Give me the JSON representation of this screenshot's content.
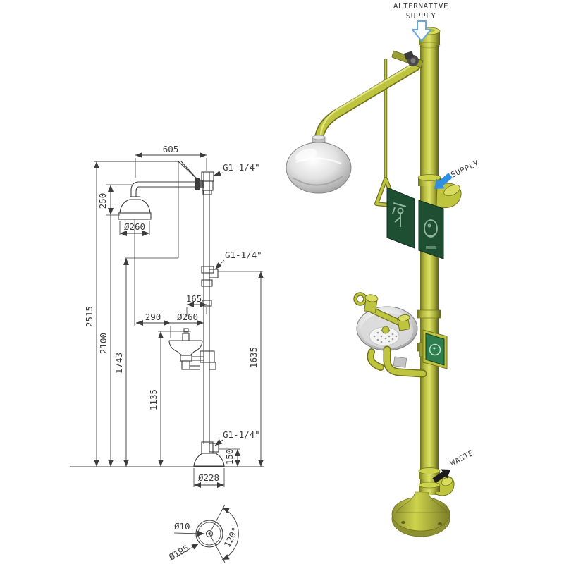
{
  "drawing": {
    "dim_top_width": "605",
    "dim_head_drop": "250",
    "dim_head_dia": "Ø260",
    "conn_top": "G1-1/4\"",
    "conn_supply": "G1-1/4\"",
    "conn_waste": "G1-1/4\"",
    "dim_bowl_to_pole": "165",
    "dim_bowl_reach": "290",
    "dim_bowl_dia": "Ø260",
    "dim_total_height": "2515",
    "dim_head_height": "2100",
    "dim_handle_height": "1743",
    "dim_supply_height": "1635",
    "dim_bowl_height": "1135",
    "dim_waste_height": "150",
    "dim_base_dia": "Ø228",
    "plan": {
      "hole_dia": "Ø10",
      "bolt_circle_dia": "Ø195",
      "bolt_angle": "120°"
    }
  },
  "illustration": {
    "alt_supply_line1": "ALTERNATIVE",
    "alt_supply_line2": "SUPPLY",
    "supply_label": "SUPPLY",
    "waste_label": "WASTE"
  },
  "colors": {
    "line_color": "#3c3c3c",
    "body_yellow": "#bfc43e",
    "body_yellow_dark": "#6f7222",
    "body_yellow_light": "#dde268",
    "sign_green": "#1e4f33",
    "pictogram_green": "#8fb59c",
    "paddle_green": "#2e7d4f",
    "supply_arrow_blue": "#2e8fe3",
    "alt_arrow_outline_blue": "#6aa7e0",
    "waste_arrow_black": "#1b1b1b"
  }
}
